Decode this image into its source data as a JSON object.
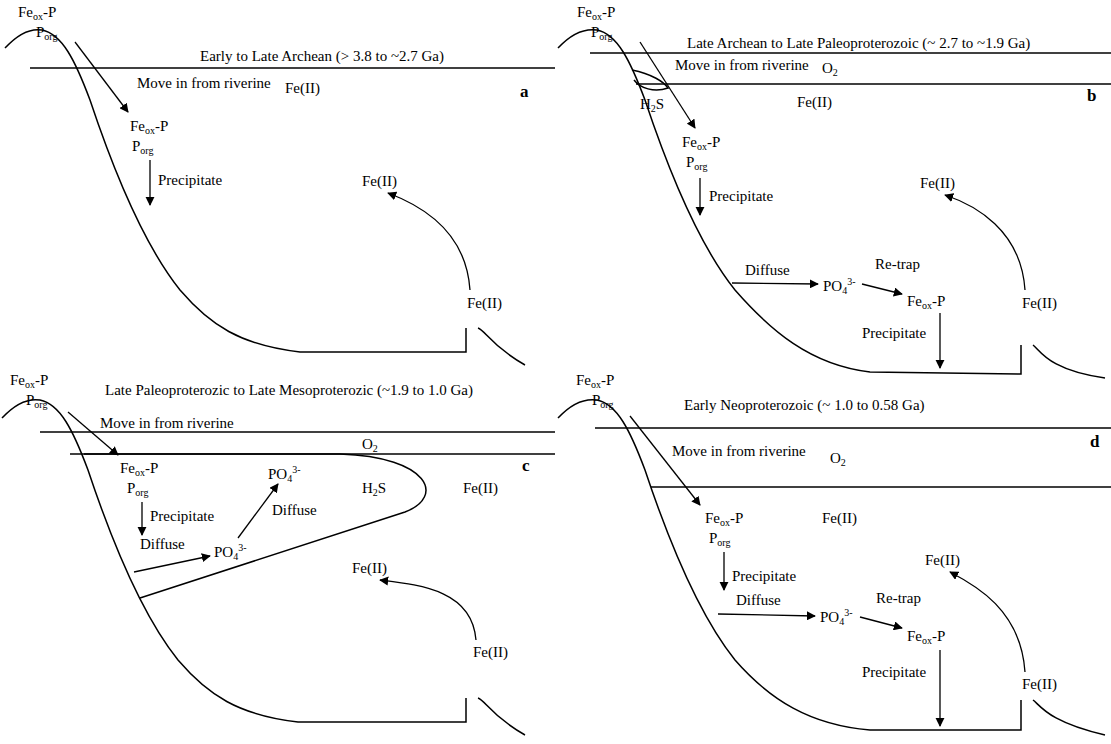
{
  "diagram": {
    "labels": [
      "Fe",
      "ox",
      "-P",
      "P",
      "org",
      "Early to Late Archean (> 3.8 to ~2.7 Ga)",
      "a",
      "Move in from riverine",
      "Fe",
      "ox",
      "-P",
      "P",
      "org",
      "Fe(II)",
      "Precipitate",
      "Fe(II)",
      "Fe(II)",
      "Fe",
      "ox",
      "-P",
      "P",
      "org",
      "Late Archean to Late Paleoproterozoic (~ 2.7 to ~1.9 Ga)",
      "Move in from riverine",
      "O",
      "2",
      "H",
      "2",
      "S",
      "Fe(II)",
      "b",
      "Fe",
      "ox",
      "-P",
      "P",
      "org",
      "Precipitate",
      "Fe(II)",
      "Diffuse",
      "PO",
      "4",
      "3-",
      "Re-trap",
      "Fe",
      "ox",
      "-P",
      "Fe(II)",
      "Precipitate",
      "Fe",
      "ox",
      "-P",
      "P",
      "org",
      "Late Paleoproterozic to Late Mesoproterozic (~1.9 to 1.0 Ga)",
      "Move in from riverine",
      "O",
      "2",
      "c",
      "Fe",
      "ox",
      "-P",
      "P",
      "org",
      "Precipitate",
      "PO",
      "4",
      "3-",
      "Diffuse",
      "H",
      "2",
      "S",
      "Fe(II)",
      "Diffuse",
      "PO",
      "4",
      "3-",
      "Fe(II)",
      "Fe(II)",
      "Fe",
      "ox",
      "-P",
      "P",
      "org",
      "Early Neoproterozoic (~ 1.0 to 0.58 Ga)",
      "d",
      "Move in from riverine",
      "O",
      "2",
      "Fe",
      "ox",
      "-P",
      "P",
      "org",
      "Fe(II)",
      "Precipitate",
      "Fe(II)",
      "Diffuse",
      "PO",
      "4",
      "3-",
      "Re-trap",
      "Fe",
      "ox",
      "-P",
      "Fe(II)",
      "Precipitate"
    ]
  }
}
